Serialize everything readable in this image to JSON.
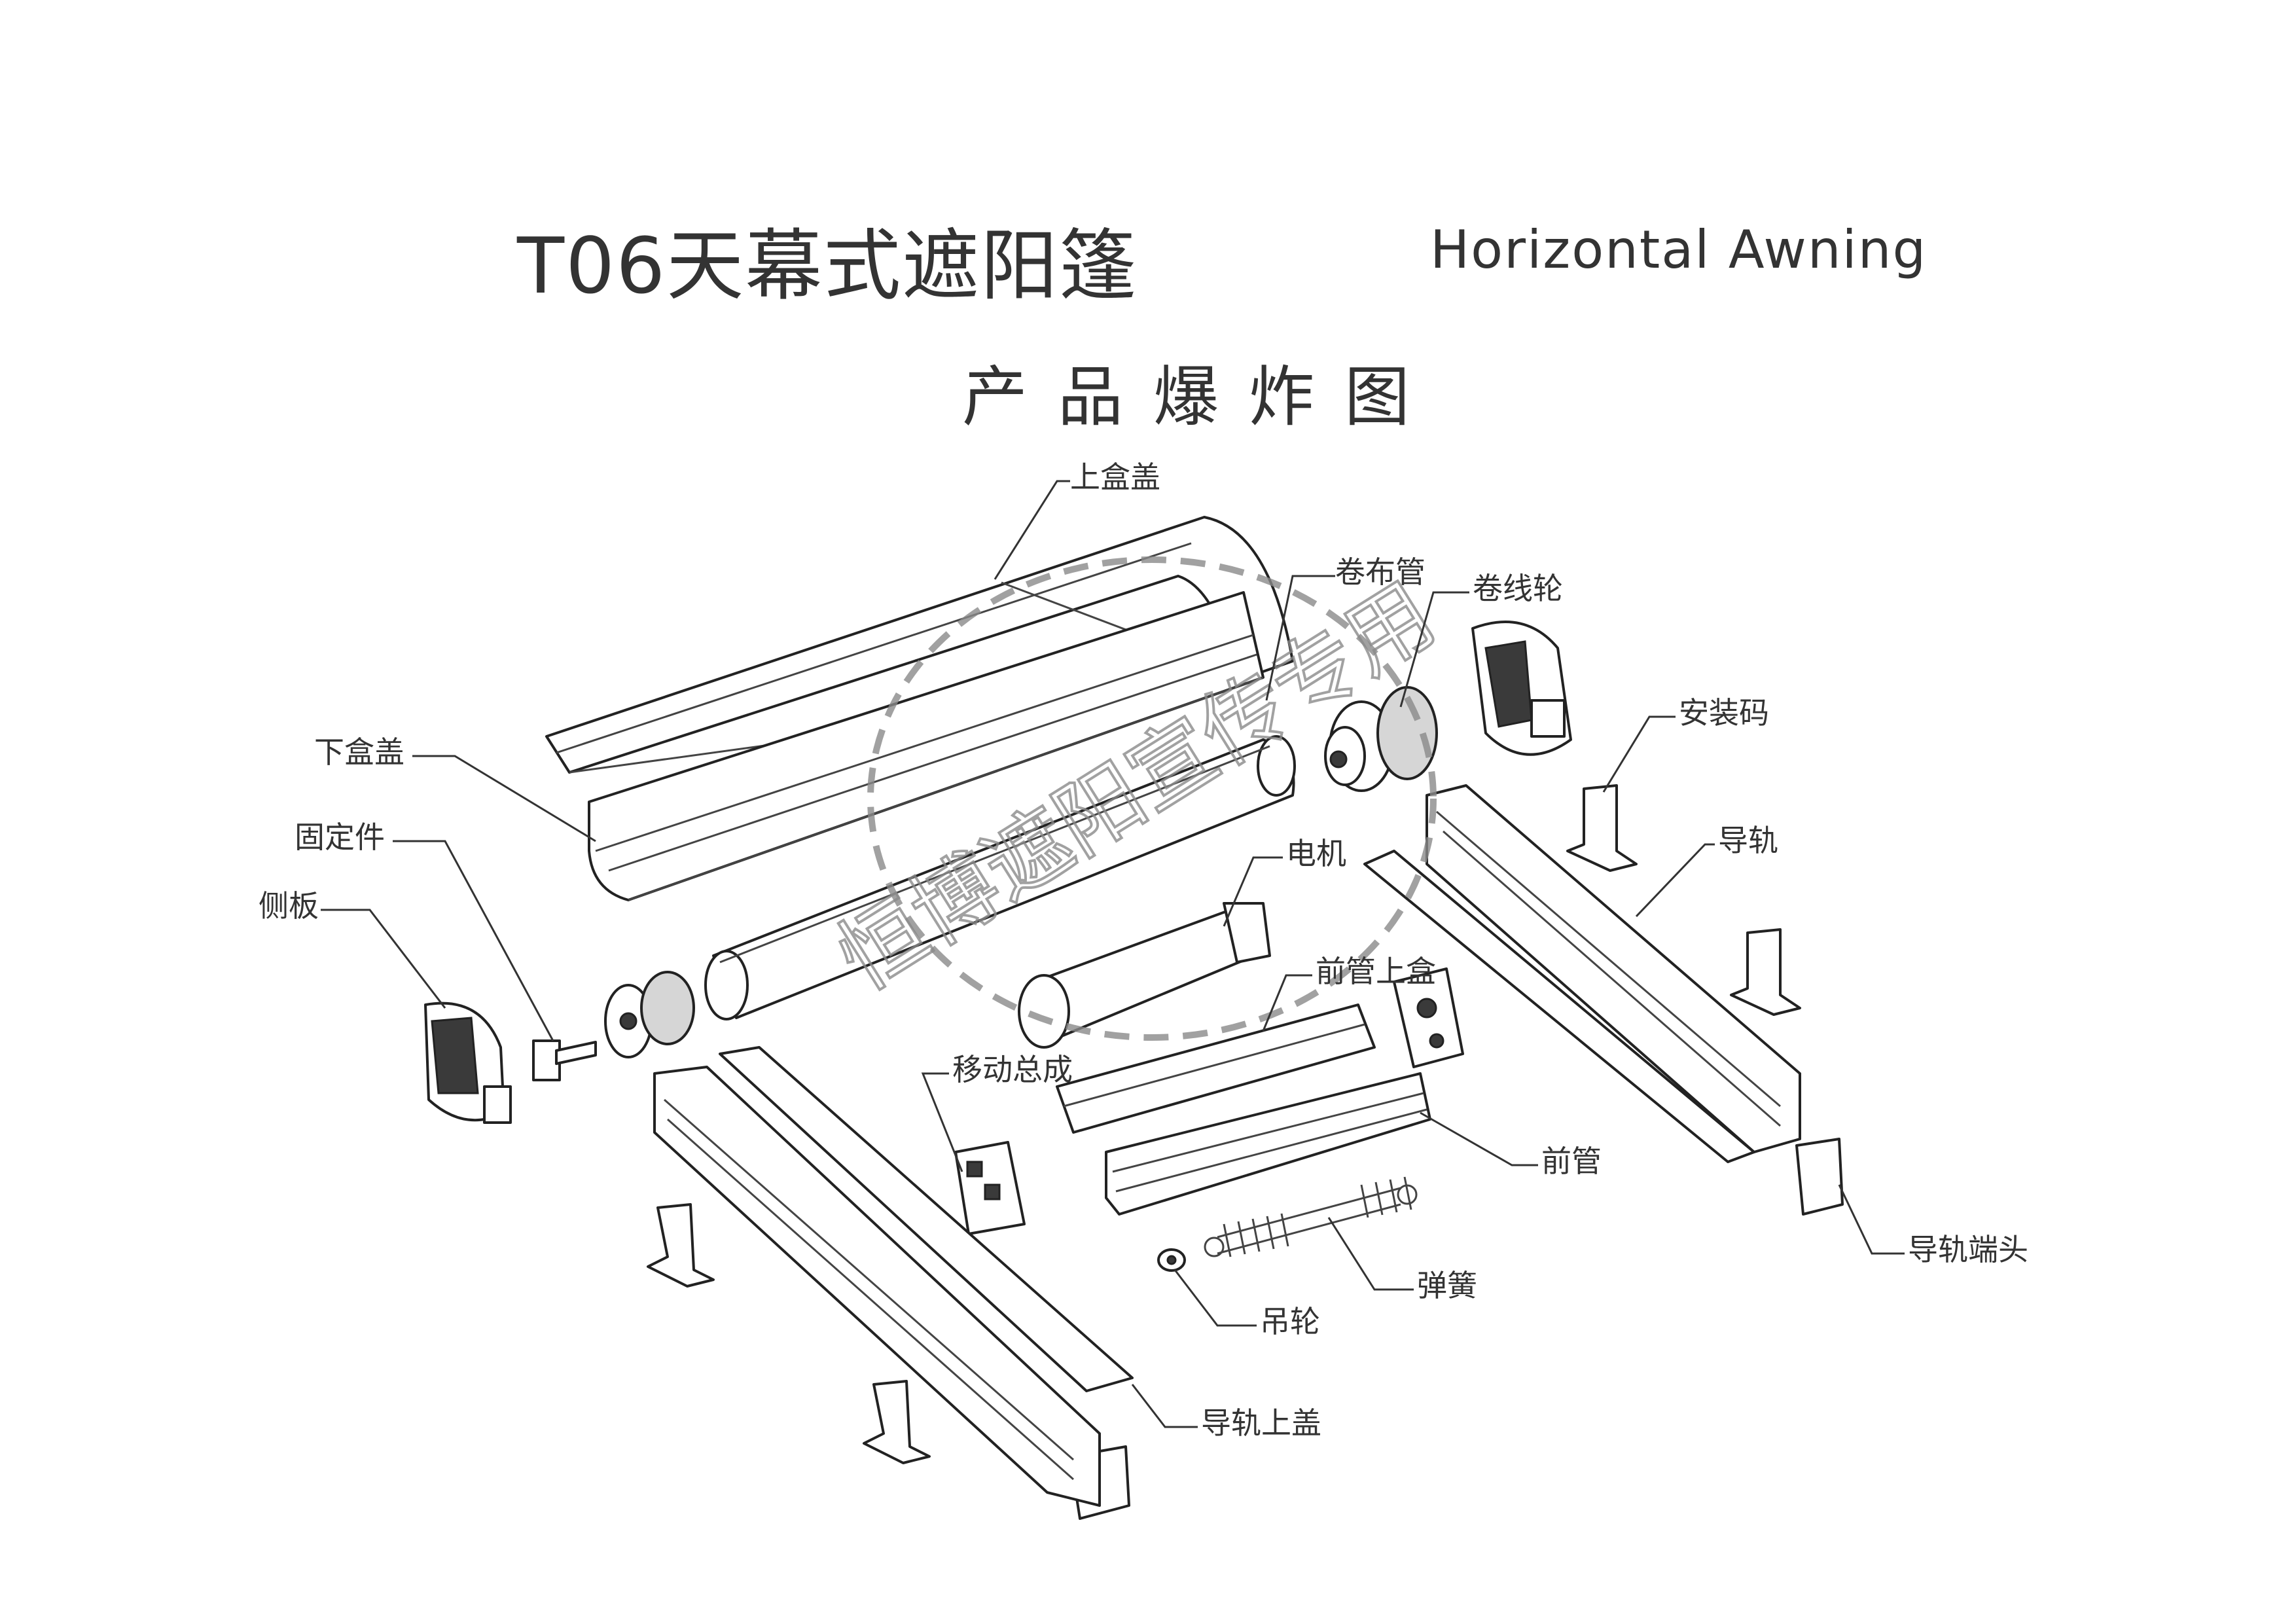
{
  "header": {
    "title_cn": "T06天幕式遮阳篷",
    "title_en": "Horizontal Awning",
    "subtitle": "产品爆炸图"
  },
  "labels": {
    "top_box_cover": "上盒盖",
    "roller_tube": "卷布管",
    "cord_wheel": "卷线轮",
    "mounting_bracket": "安装码",
    "bottom_box_cover": "下盒盖",
    "fixing_part": "固定件",
    "side_plate": "侧板",
    "guide_rail": "导轨",
    "motor": "电机",
    "front_tube_top_box": "前管上盒",
    "moving_assembly": "移动总成",
    "front_tube": "前管",
    "rail_end_cap": "导轨端头",
    "spring": "弹簧",
    "pulley": "吊轮",
    "rail_top_cover": "导轨上盖"
  },
  "watermark": {
    "text": "恒博遮阳宣传专用"
  }
}
